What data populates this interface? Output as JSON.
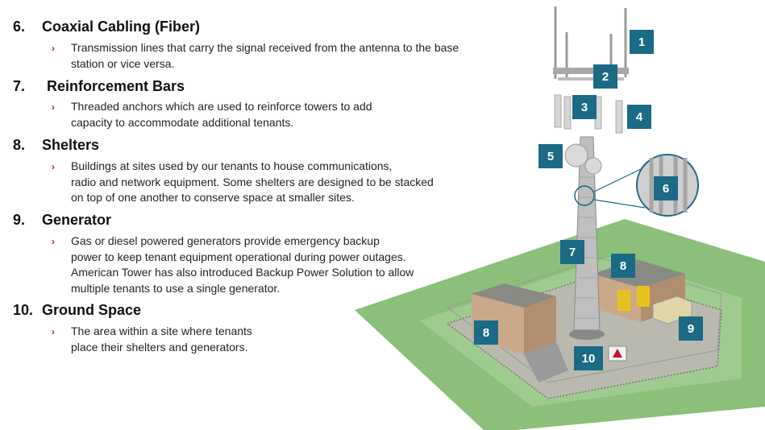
{
  "items": [
    {
      "number": "6.",
      "title": "Coaxial Cabling (Fiber)",
      "lines": [
        "Transmission lines that carry the signal received from the antenna to the base",
        "station or vice versa."
      ]
    },
    {
      "number": "7.",
      "title": "Reinforcement Bars",
      "lines": [
        "Threaded anchors which are used to reinforce towers to add",
        "capacity to accommodate additional tenants."
      ]
    },
    {
      "number": "8.",
      "title": "Shelters",
      "lines": [
        "Buildings at sites used by our tenants to house communications,",
        "radio and network equipment. Some shelters are designed to be stacked",
        "on top of one another to conserve space at smaller sites."
      ]
    },
    {
      "number": "9.",
      "title": "Generator",
      "lines": [
        "Gas or diesel powered generators provide emergency backup",
        "power to keep tenant equipment operational during power outages.",
        "American Tower has also introduced Backup Power Solution to allow",
        "multiple tenants to use a single generator."
      ]
    },
    {
      "number": "10.",
      "title": "Ground Space",
      "lines": [
        "The area within a site where tenants",
        "place their shelters and generators."
      ]
    }
  ],
  "bullet_glyph": "›",
  "badges": [
    "1",
    "2",
    "3",
    "4",
    "5",
    "6",
    "7",
    "8",
    "8",
    "9",
    "10"
  ],
  "colors": {
    "badge": "#1b6a86",
    "bullet": "#c8102e",
    "grass": "#8cbf7a"
  }
}
